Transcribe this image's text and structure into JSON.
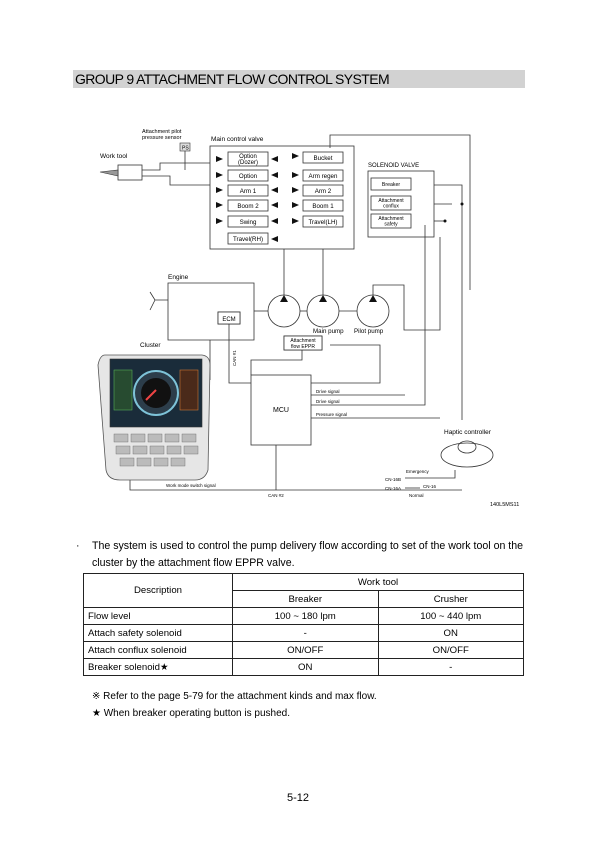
{
  "header": {
    "title": "GROUP  9  ATTACHMENT FLOW CONTROL SYSTEM"
  },
  "diagram": {
    "ps_label": "Attachment pilot\npressure sensor",
    "ps_tag": "PS",
    "work_tool": "Work tool",
    "main_control_valve": "Main control valve",
    "valve_left": [
      "Option\n(Dozer)",
      "Option",
      "Arm 1",
      "Boom 2",
      "Swing",
      "Travel(RH)"
    ],
    "valve_right": [
      "Bucket",
      "Arm regen",
      "Arm 2",
      "Boom 1",
      "Travel(LH)"
    ],
    "solenoid_title": "SOLENOID VALVE",
    "solenoids": [
      "Breaker",
      "Attachment\nconflux",
      "Attachment\nsafety"
    ],
    "engine": "Engine",
    "ecm": "ECM",
    "main_pump": "Main pump",
    "pilot_pump": "Pilot pump",
    "eppr": "Attachment\nflow EPPR",
    "cluster": "Cluster",
    "can1": "CAN #1",
    "mcu": "MCU",
    "drive_signal_1": "Drive signal",
    "drive_signal_2": "Drive signal",
    "pressure_signal": "Pressure signal",
    "haptic": "Haptic controller",
    "emergency": "Emergency",
    "cn16b": "CN-16B",
    "cn16a": "CN-16A",
    "cn16": "CN-16",
    "normal": "Normal",
    "work_mode_signal": "Work mode switch signal",
    "can2": "CAN #2",
    "figure_code": "140L5MS11"
  },
  "description": {
    "bullet": "·",
    "text": "The system is used to control the pump delivery flow according to set of the work tool on the cluster by the attachment flow EPPR valve."
  },
  "table": {
    "description_header": "Description",
    "group_header": "Work tool",
    "columns": [
      "Breaker",
      "Crusher"
    ],
    "rows": [
      {
        "label": "Flow level",
        "values": [
          "100 ~ 180 lpm",
          "100 ~ 440 lpm"
        ]
      },
      {
        "label": "Attach safety solenoid",
        "values": [
          "-",
          "ON"
        ]
      },
      {
        "label": "Attach conflux solenoid",
        "values": [
          "ON/OFF",
          "ON/OFF"
        ]
      },
      {
        "label": "Breaker solenoid★",
        "values": [
          "ON",
          "-"
        ]
      }
    ]
  },
  "notes": [
    "※ Refer to the page 5-79 for the attachment kinds and max flow.",
    "★ When breaker operating button is pushed."
  ],
  "page_number": "5-12"
}
